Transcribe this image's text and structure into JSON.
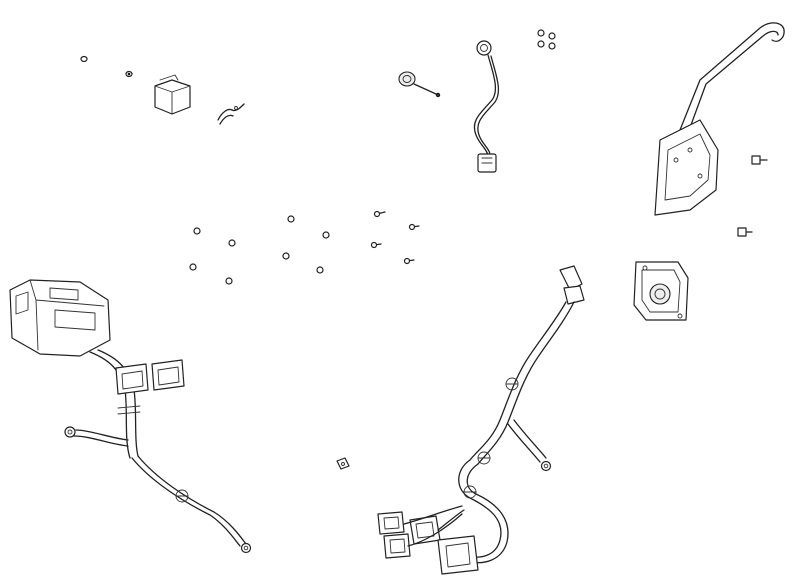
{
  "diagram": {
    "style": "black line-art exploded parts view on white background",
    "colors": {
      "background": "#ffffff",
      "line": "#222222"
    },
    "parts": [
      {
        "name": "relay-module"
      },
      {
        "name": "small-nut"
      },
      {
        "name": "mounting-clip"
      },
      {
        "name": "grommet-plug"
      },
      {
        "name": "sensor-with-cable"
      },
      {
        "name": "four-fastener-group"
      },
      {
        "name": "bent-rod-bracket"
      },
      {
        "name": "bolt"
      },
      {
        "name": "square-socket-outlet"
      },
      {
        "name": "fastener-cluster"
      },
      {
        "name": "left-wiring-harness"
      },
      {
        "name": "right-wiring-harness"
      },
      {
        "name": "loose-fastener"
      }
    ]
  }
}
